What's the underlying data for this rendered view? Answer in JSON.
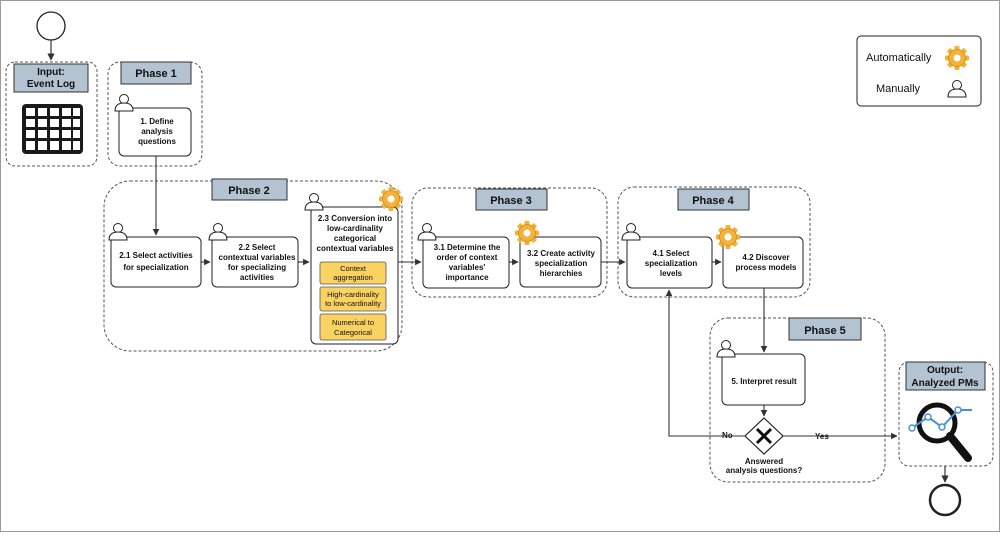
{
  "legend": {
    "automatic_label": "Automatically",
    "manual_label": "Manually"
  },
  "input": {
    "title_line1": "Input:",
    "title_line2": "Event Log"
  },
  "output": {
    "title_line1": "Output:",
    "title_line2": "Analyzed PMs"
  },
  "phases": {
    "p1": "Phase 1",
    "p2": "Phase 2",
    "p3": "Phase 3",
    "p4": "Phase 4",
    "p5": "Phase 5"
  },
  "tasks": {
    "t1": [
      "1. Define",
      "analysis",
      "questions"
    ],
    "t21": [
      "2.1 Select activities",
      "for specialization"
    ],
    "t22": [
      "2.2 Select",
      "contextual variables",
      "for specializing",
      "activities"
    ],
    "t23": [
      "2.3 Conversion into",
      "low-cardinality",
      "categorical",
      "contextual variables"
    ],
    "t31": [
      "3.1 Determine the",
      "order of context",
      "variables'",
      "importance"
    ],
    "t32": [
      "3.2 Create activity",
      "specialization",
      "hierarchies"
    ],
    "t41": [
      "4.1 Select",
      "specialization",
      "levels"
    ],
    "t42": [
      "4.2 Discover",
      "process models"
    ],
    "t5": [
      "5. Interpret result"
    ]
  },
  "sub_items": {
    "a": [
      "Context",
      "aggregation"
    ],
    "b": [
      "High-cardinality",
      "to low-cardinality"
    ],
    "c": [
      "Numerical to",
      "Categorical"
    ]
  },
  "gateway": {
    "question_line1": "Answered",
    "question_line2": "analysis questions?",
    "no_label": "No",
    "yes_label": "Yes"
  },
  "colors": {
    "phase_header": "#b3c3d1",
    "sub_item": "#f9d262",
    "gear": "#f3b23a"
  }
}
